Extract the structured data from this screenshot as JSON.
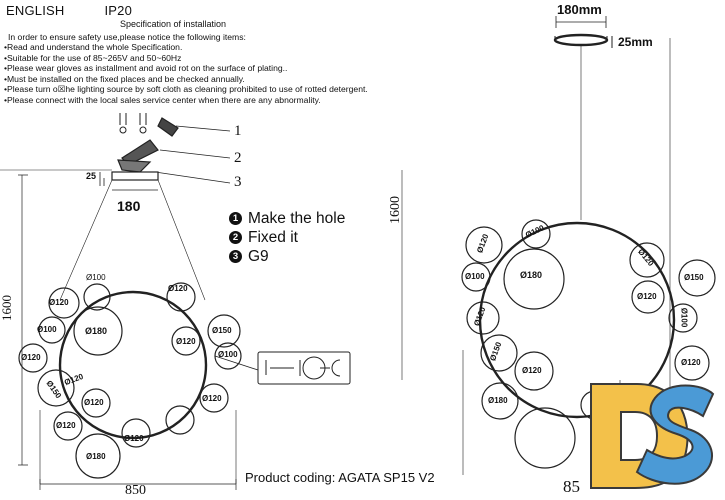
{
  "header": {
    "language": "ENGLISH",
    "protection": "IP20"
  },
  "spec": {
    "title": "Specification of installation",
    "intro": "In order to ensure safety use,please notice the following items:",
    "items": [
      "Read and understand the whole Specification.",
      "Suitable for the use of 85~265V and 50~60Hz",
      "Please wear gloves as installment and avoid rot on the surface of plating..",
      "Must be installed on the fixed places and be checked annually.",
      "Please turn o☒he lighting source by soft cloth as cleaning prohibited to use of rotted detergent.",
      "Please connect with the local sales service center when there are any abnormality."
    ]
  },
  "steps": [
    {
      "number": "1",
      "label": "Make the hole"
    },
    {
      "number": "2",
      "label": "Fixed it"
    },
    {
      "number": "3",
      "label": "G9"
    }
  ],
  "callouts": [
    "1",
    "2",
    "3"
  ],
  "product_coding": "Product coding: AGATA SP15 V2",
  "left_drawing": {
    "canopy_height": "25",
    "canopy_width": "180",
    "height": "1600",
    "width": "850",
    "globes": [
      "Ø100",
      "Ø120",
      "Ø120",
      "Ø100",
      "Ø180",
      "Ø120",
      "Ø150",
      "Ø120",
      "Ø100",
      "Ø120",
      "Ø150",
      "Ø120",
      "Ø120",
      "Ø120",
      "Ø120",
      "Ø180"
    ]
  },
  "right_drawing": {
    "canopy_width": "180mm",
    "canopy_height": "25mm",
    "height": "1600",
    "width_partial": "85",
    "globes": [
      "Ø120",
      "Ø100",
      "Ø100",
      "Ø180",
      "Ø120",
      "Ø150",
      "Ø120",
      "Ø120",
      "Ø100",
      "Ø150",
      "Ø120",
      "Ø120",
      "Ø180"
    ]
  },
  "logo": {
    "letters": "DS",
    "colors": {
      "d": "#f3c14a",
      "s": "#4b9ad6"
    }
  }
}
